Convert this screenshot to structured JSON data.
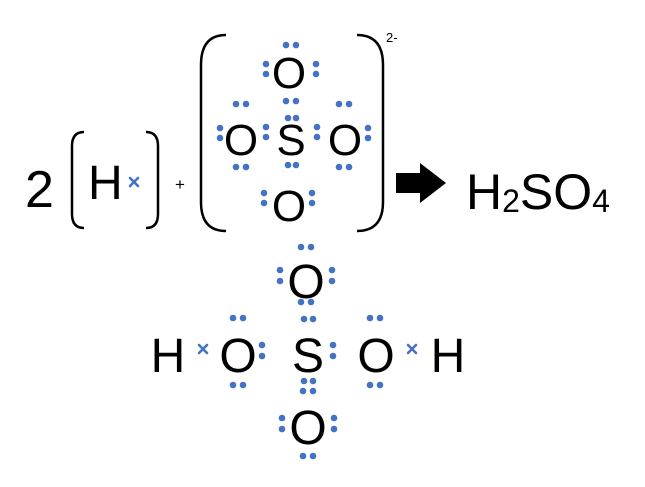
{
  "colors": {
    "text": "#000000",
    "electron_dot": "#4472c4",
    "electron_cross": "#4472c4",
    "arrow": "#000000",
    "background": "#ffffff"
  },
  "reaction": {
    "coefficient": "2",
    "hydrogen": "H",
    "plus": "+",
    "charge": "2-",
    "product_h": "H",
    "product_sub2": "2",
    "product_so": "SO",
    "product_sub4": "4"
  },
  "sulfate_ion": {
    "atoms": {
      "top": "O",
      "left": "O",
      "center": "S",
      "right": "O",
      "bottom": "O"
    }
  },
  "sulfuric_acid": {
    "atoms": {
      "top": "O",
      "h_left": "H",
      "o_left": "O",
      "center": "S",
      "o_right": "O",
      "h_right": "H",
      "bottom": "O"
    }
  }
}
